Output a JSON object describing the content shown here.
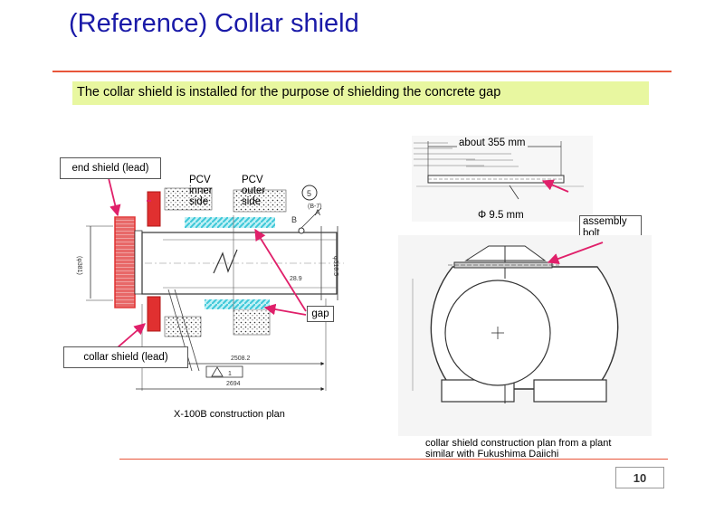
{
  "header": {
    "title": "(Reference) Collar shield"
  },
  "subtitle": "The collar shield is installed for the purpose of shielding the concrete gap",
  "left_diagram": {
    "end_shield_label": "end shield (lead)",
    "collar_shield_label": "collar shield (lead)",
    "pcv_inner_line1": "PCV",
    "pcv_inner_line2": "inner",
    "pcv_inner_line3": "side",
    "pcv_outer_line1": "PCV",
    "pcv_outer_line2": "outer",
    "pcv_outer_line3": "side",
    "gap_label": "gap",
    "caption": "X-100B construction plan",
    "dim_2508": "2508.2",
    "dim_2694": "2694",
    "dim_phi381": "(φ381)",
    "dim_phi318": "φ318.5",
    "dim_289": "28.9",
    "marker_5": "5",
    "marker_b": "B",
    "marker_a": "A",
    "marker_b7": "(B-7)",
    "revision": "1"
  },
  "right_diagram": {
    "length_label": "about 355 mm",
    "diameter_label": "Φ 9.5 mm",
    "assembly_line1": "assembly",
    "assembly_line2": "bolt",
    "caption_line1": "collar shield construction plan from a plant",
    "caption_line2": "similar with Fukushima Daiichi"
  },
  "footer": {
    "page_number": "10"
  },
  "colors": {
    "title": "#1a1aa8",
    "rule": "#e8553a",
    "highlight": "#e8f7a0",
    "shield_red": "#e03030",
    "arrow": "#e0206a",
    "gap_cyan": "#3ec8d8"
  }
}
